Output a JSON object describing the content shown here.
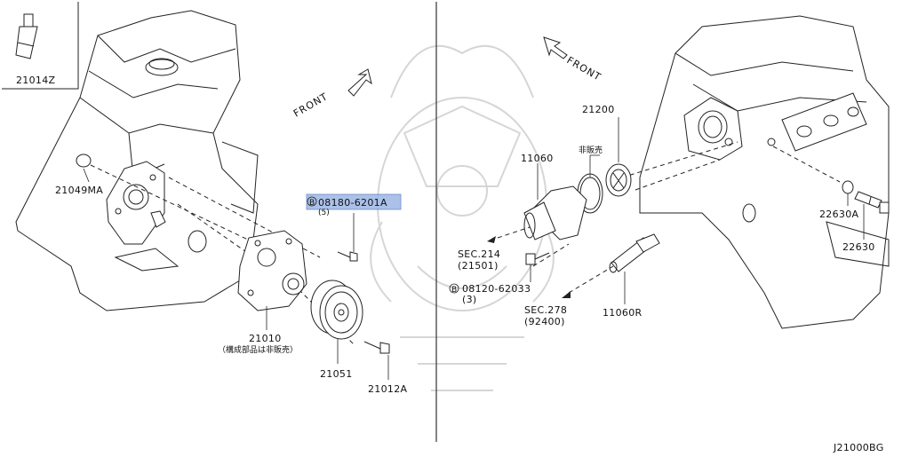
{
  "diagram_code": "J21000BG",
  "left_panel": {
    "front_label": "FRONT",
    "parts": {
      "inset_part": "21014Z",
      "o_ring": "21049MA",
      "water_pump": "21010",
      "water_pump_note": "（構成部品は非販売）",
      "pulley": "21051",
      "bolt": "21012A",
      "highlighted_bolt": "08180-6201A",
      "highlighted_bolt_prefix": "B",
      "highlighted_bolt_qty": "(5)"
    }
  },
  "right_panel": {
    "front_label": "FRONT",
    "parts": {
      "thermostat": "21200",
      "thermostat_note": "非販売",
      "inlet": "11060",
      "hose_connector": "11060R",
      "sensor_gasket": "22630A",
      "sensor": "22630",
      "bolt": "08120-62033",
      "bolt_prefix": "B",
      "bolt_qty": "(3)",
      "sec_ref_1": "SEC.214",
      "sec_ref_1_sub": "(21501)",
      "sec_ref_2": "SEC.278",
      "sec_ref_2_sub": "(92400)"
    }
  },
  "colors": {
    "highlight": "#9db7e6",
    "line": "#222222",
    "watermark": "#d6d6d6"
  }
}
